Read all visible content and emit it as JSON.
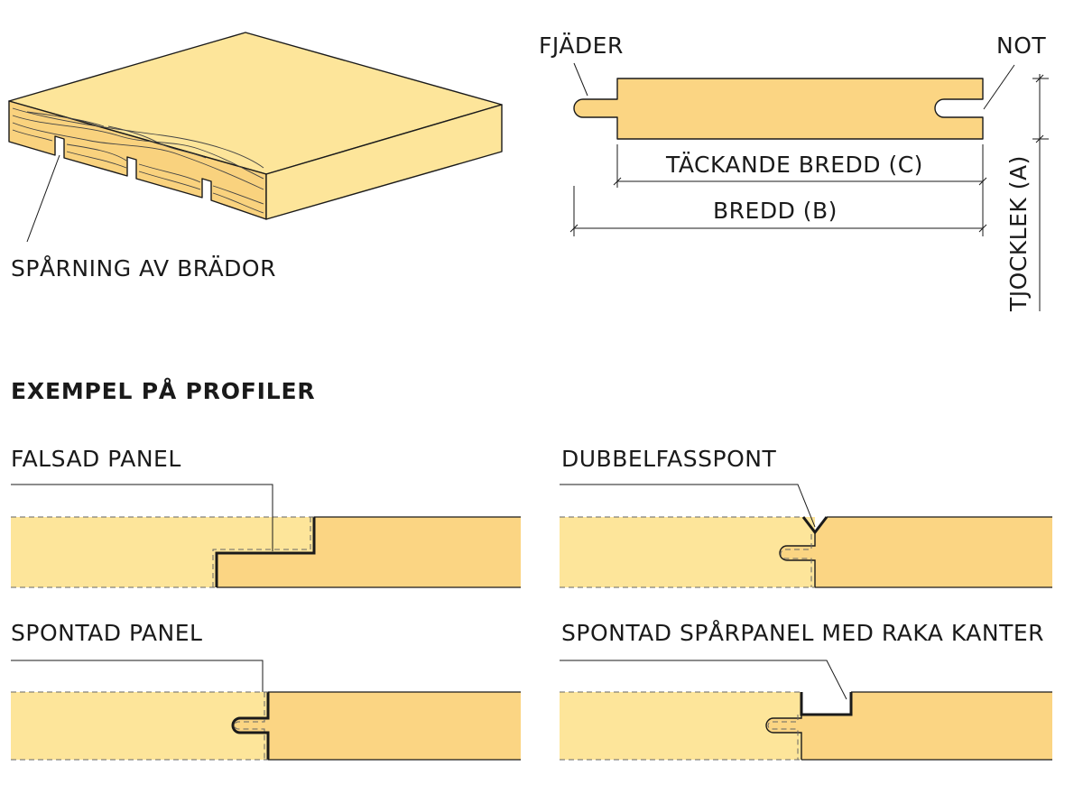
{
  "labels": {
    "sparning": "SPÅRNING AV BRÄDOR",
    "fjader": "FJÄDER",
    "not": "NOT",
    "tackande_bredd": "TÄCKANDE BREDD (C)",
    "bredd": "BREDD (B)",
    "tjocklek": "TJOCKLEK (A)",
    "section_heading": "EXEMPEL PÅ PROFILER",
    "falsad_panel": "FALSAD PANEL",
    "dubbelfasspont": "DUBBELFASSPONT",
    "spontad_panel": "SPONTAD PANEL",
    "spontad_sparpanel": "SPONTAD SPÅRPANEL MED RAKA KANTER"
  },
  "colors": {
    "board_light": "#FDE59A",
    "board_dark": "#FBD583",
    "outline": "#1a1a1a",
    "dashed": "#666666",
    "background": "#ffffff"
  }
}
